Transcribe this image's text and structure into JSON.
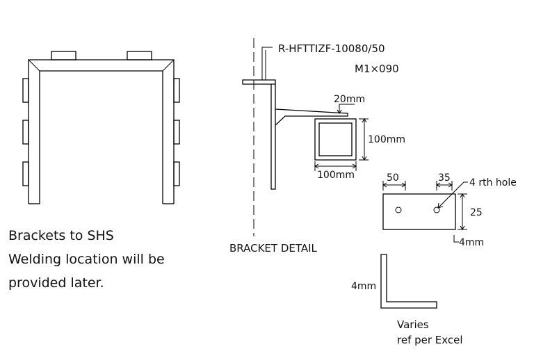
{
  "notes": {
    "line1": "Brackets to SHS",
    "line2": "Welding location will be",
    "line3": "provided later."
  },
  "detail": {
    "title": "BRACKET DETAIL",
    "anchor_code": "R-HFTTIZF-10080/50",
    "anchor_size": "M1×090",
    "gap_label": "20mm",
    "height_label": "100mm",
    "width_label": "100mm"
  },
  "plate": {
    "dim_width": "50",
    "dim_hole_offset": "35",
    "hole_note": "4 rth hole",
    "dim_height": "25",
    "thickness": "4mm"
  },
  "angle": {
    "thickness": "4mm",
    "note_line1": "Varies",
    "note_line2": "ref per Excel"
  }
}
